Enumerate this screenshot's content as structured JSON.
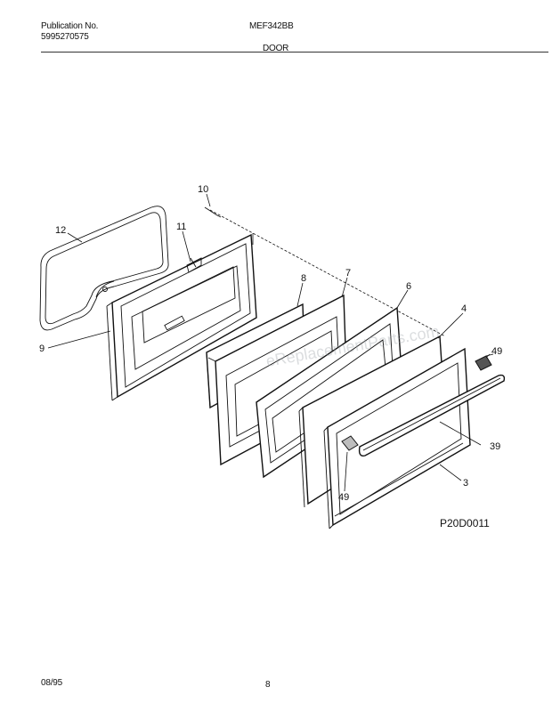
{
  "header": {
    "publication_label": "Publication No.",
    "publication_number": "5995270575",
    "model": "MEF342BB",
    "section": "DOOR"
  },
  "diagram": {
    "drawing_id": "P20D0011",
    "watermark": "eReplacementParts.com",
    "callouts": {
      "c10": "10",
      "c11": "11",
      "c12": "12",
      "c9": "9",
      "c8": "8",
      "c7": "7",
      "c6": "6",
      "c4": "4",
      "c49a": "49",
      "c39": "39",
      "c3": "3",
      "c49b": "49"
    }
  },
  "footer": {
    "date": "08/95",
    "page": "8"
  }
}
